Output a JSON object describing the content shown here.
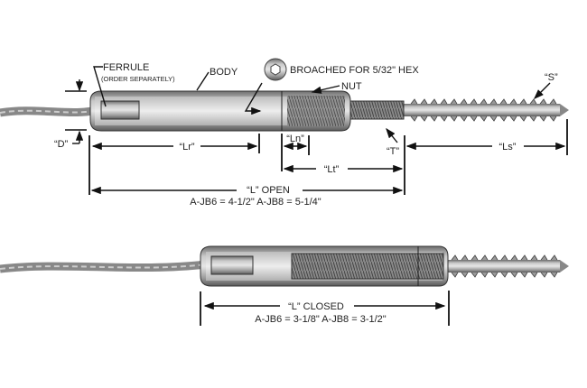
{
  "top": {
    "ferrule": "FERRULE",
    "ferrule_note": "(ORDER SEPARATELY)",
    "body": "BODY",
    "broached": "BROACHED FOR 5/32\" HEX",
    "nut": "NUT",
    "s": "“S”",
    "d": "“D”",
    "lr": "“Lr”",
    "ln": "“Ln”",
    "t": "“T”",
    "lt": "“Lt”",
    "ls": "“Ls”",
    "l_open": "“L” OPEN",
    "l_open_values": "A-JB6 = 4-1/2\"  A-JB8 = 5-1/4\""
  },
  "bottom": {
    "l_closed": "“L” CLOSED",
    "l_closed_values": "A-JB6 = 3-1/8\"  A-JB8 = 3-1/2\""
  }
}
